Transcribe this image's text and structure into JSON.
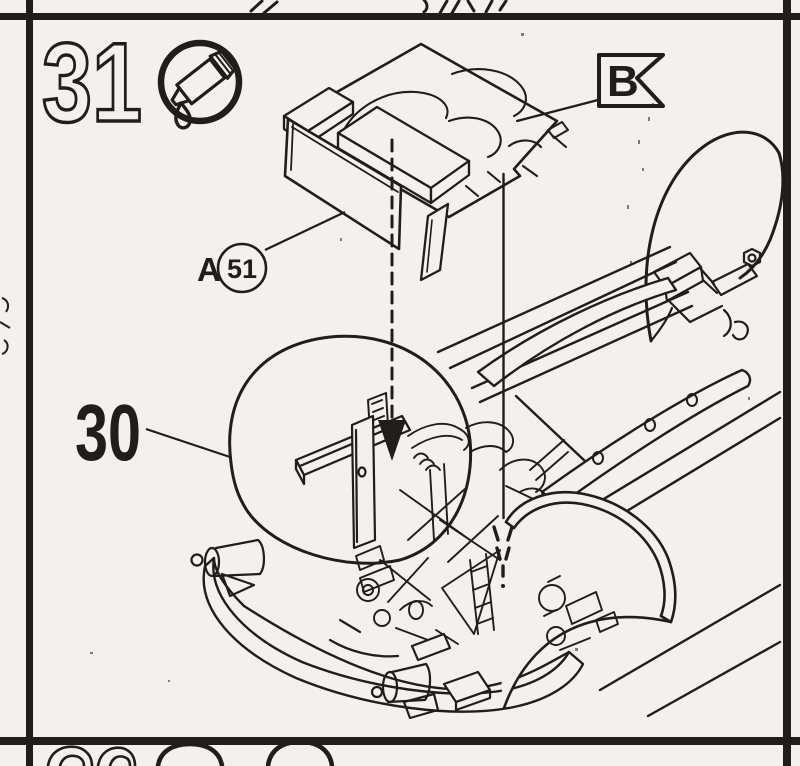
{
  "document": {
    "kind": "model-kit-assembly-instruction-step",
    "paper_color": "#f3f1ee",
    "ink_color": "#201d1a"
  },
  "step": {
    "number": "31",
    "symbol_icon": "glue-tube-icon"
  },
  "callouts": {
    "flag": {
      "label": "B"
    },
    "part": {
      "letter": "A",
      "number": "51"
    },
    "assembly": {
      "number": "30"
    }
  }
}
